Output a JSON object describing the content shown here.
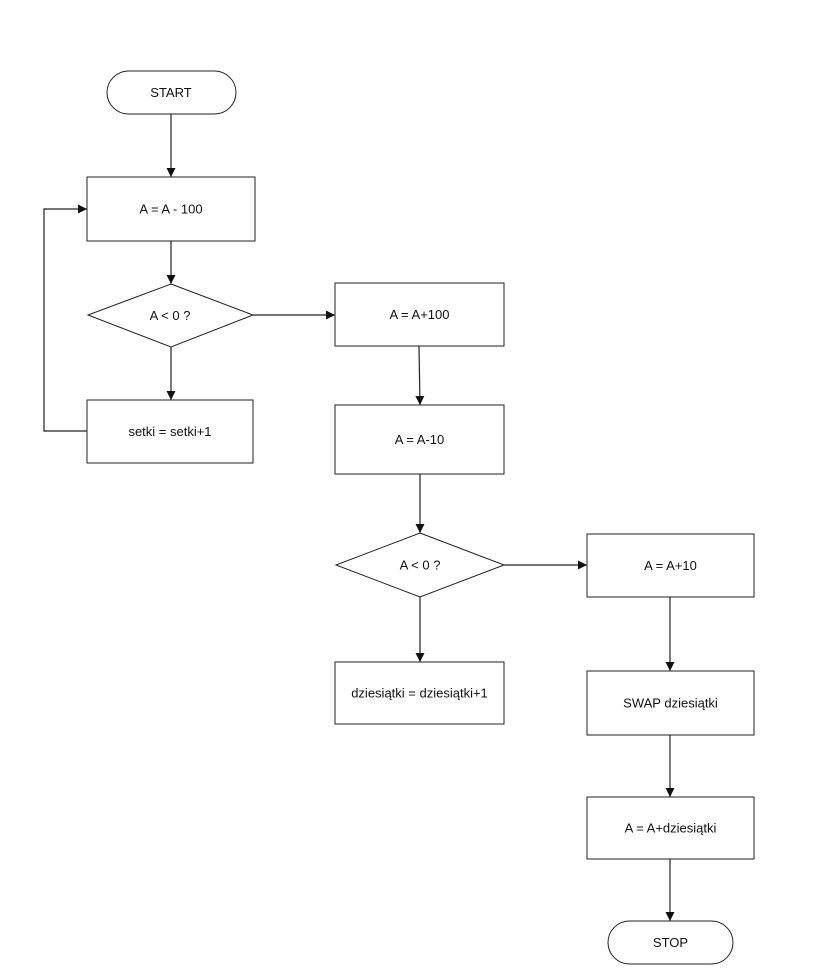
{
  "flowchart": {
    "nodes": {
      "start": "START",
      "sub100": "A = A - 100",
      "check1": "A < 0 ?",
      "inc_setki": "setki = setki+1",
      "add100": "A = A+100",
      "sub10": "A = A-10",
      "check2": "A < 0 ?",
      "inc_dziesiatki": "dziesiątki = dziesiątki+1",
      "add10": "A = A+10",
      "swap": "SWAP dziesiątki",
      "add_dziesiatki": "A = A+dziesiątki",
      "stop": "STOP"
    }
  }
}
